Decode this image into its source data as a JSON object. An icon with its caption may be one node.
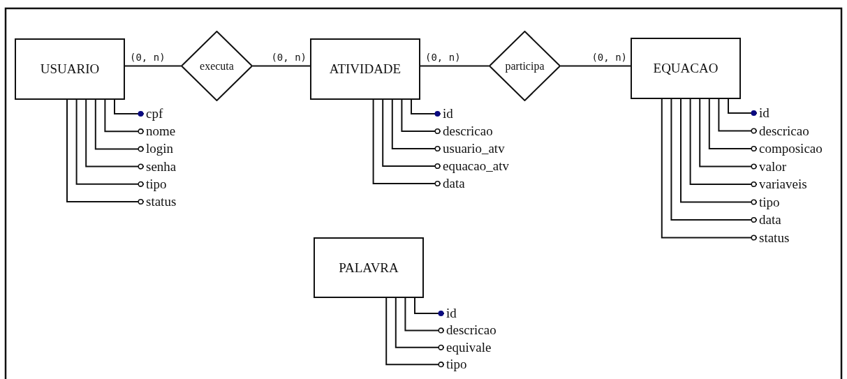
{
  "diagram": {
    "nodes": [
      {
        "text": [
          "USUARIO"
        ]
      },
      {
        "text": [
          "executa"
        ]
      },
      {
        "text": [
          "ATIVIDADE"
        ]
      },
      {
        "text": [
          "participa"
        ]
      },
      {
        "text": [
          "EQUACAO"
        ]
      },
      {
        "text": [
          "cpf"
        ]
      },
      {
        "text": [
          "nome"
        ]
      },
      {
        "text": [
          "login"
        ]
      },
      {
        "text": [
          "senha"
        ]
      },
      {
        "text": [
          "tipo"
        ]
      },
      {
        "text": [
          "status"
        ]
      },
      {
        "text": [
          "id"
        ]
      },
      {
        "text": [
          "descricao"
        ]
      },
      {
        "text": [
          "usuario_atv"
        ]
      },
      {
        "text": [
          "equacao_atv"
        ]
      },
      {
        "text": [
          "data"
        ]
      },
      {
        "text": [
          "id"
        ]
      },
      {
        "text": [
          "descricao"
        ]
      },
      {
        "text": [
          "composicao"
        ]
      },
      {
        "text": [
          "valor"
        ]
      },
      {
        "text": [
          "variaveis"
        ]
      },
      {
        "text": [
          "tipo"
        ]
      },
      {
        "text": [
          "data"
        ]
      },
      {
        "text": [
          "status"
        ]
      },
      {
        "text": [
          "PALAVRA"
        ]
      },
      {
        "text": [
          "id"
        ]
      },
      {
        "text": [
          "descricao"
        ]
      },
      {
        "text": [
          "equivale"
        ]
      },
      {
        "text": [
          "tipo"
        ]
      }
    ],
    "edges": [
      {
        "from": 0,
        "to": 1,
        "arrow": "none",
        "label": "(0, n)"
      },
      {
        "from": 1,
        "to": 2,
        "arrow": "none",
        "label": "(0, n)"
      },
      {
        "from": 2,
        "to": 3,
        "arrow": "none",
        "label": "(0, n)"
      },
      {
        "from": 3,
        "to": 4,
        "arrow": "none",
        "label": "(0, n)"
      },
      {
        "from": 0,
        "to": 5,
        "arrow": "other"
      },
      {
        "from": 0,
        "to": 6,
        "arrow": "other"
      },
      {
        "from": 0,
        "to": 7,
        "arrow": "other"
      },
      {
        "from": 0,
        "to": 8,
        "arrow": "other"
      },
      {
        "from": 0,
        "to": 9,
        "arrow": "other"
      },
      {
        "from": 0,
        "to": 10,
        "arrow": "other"
      },
      {
        "from": 2,
        "to": 11,
        "arrow": "other"
      },
      {
        "from": 2,
        "to": 12,
        "arrow": "other"
      },
      {
        "from": 2,
        "to": 13,
        "arrow": "other"
      },
      {
        "from": 2,
        "to": 14,
        "arrow": "other"
      },
      {
        "from": 2,
        "to": 15,
        "arrow": "other"
      },
      {
        "from": 4,
        "to": 16,
        "arrow": "other"
      },
      {
        "from": 4,
        "to": 17,
        "arrow": "other"
      },
      {
        "from": 4,
        "to": 18,
        "arrow": "other"
      },
      {
        "from": 4,
        "to": 19,
        "arrow": "other"
      },
      {
        "from": 4,
        "to": 20,
        "arrow": "other"
      },
      {
        "from": 4,
        "to": 21,
        "arrow": "other"
      },
      {
        "from": 4,
        "to": 22,
        "arrow": "other"
      },
      {
        "from": 4,
        "to": 23,
        "arrow": "other"
      },
      {
        "from": 24,
        "to": 25,
        "arrow": "other"
      },
      {
        "from": 24,
        "to": 26,
        "arrow": "other"
      },
      {
        "from": 24,
        "to": 27,
        "arrow": "other"
      },
      {
        "from": 24,
        "to": 28,
        "arrow": "other"
      }
    ]
  }
}
